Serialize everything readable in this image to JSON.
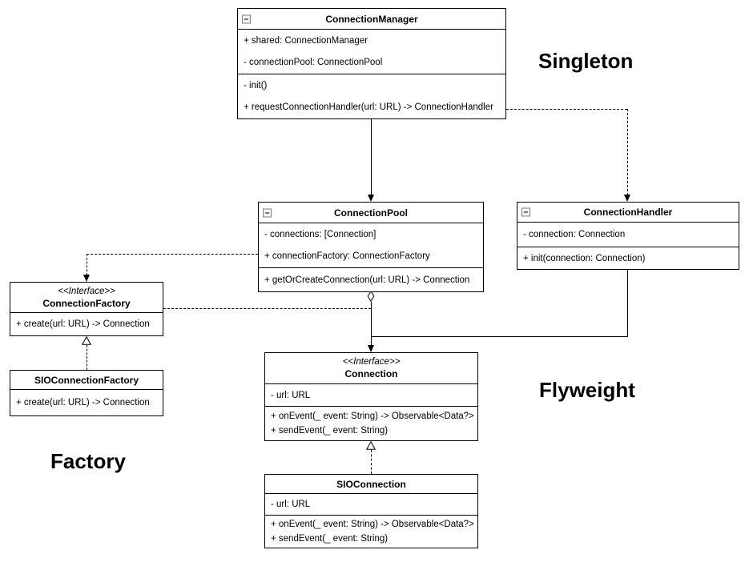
{
  "icons": {
    "collapse": "minus-in-square"
  },
  "labels": {
    "singleton": "Singleton",
    "flyweight": "Flyweight",
    "factory": "Factory"
  },
  "classes": {
    "connection_manager": {
      "title": "ConnectionManager",
      "attributes": [
        "+ shared: ConnectionManager",
        "- connectionPool: ConnectionPool"
      ],
      "methods": [
        "- init()",
        "+ requestConnectionHandler(url: URL) -> ConnectionHandler"
      ]
    },
    "connection_pool": {
      "title": "ConnectionPool",
      "attributes": [
        "- connections: [Connection]",
        "+ connectionFactory: ConnectionFactory"
      ],
      "methods": [
        "+ getOrCreateConnection(url: URL) -> Connection"
      ]
    },
    "connection_handler": {
      "title": "ConnectionHandler",
      "attributes": [
        "- connection: Connection"
      ],
      "methods": [
        "+ init(connection: Connection)"
      ]
    },
    "connection_factory": {
      "stereotype": "<<Interface>>",
      "title": "ConnectionFactory",
      "methods": [
        "+ create(url: URL) -> Connection"
      ]
    },
    "sio_connection_factory": {
      "title": "SIOConnectionFactory",
      "methods": [
        "+ create(url: URL) -> Connection"
      ]
    },
    "connection": {
      "stereotype": "<<Interface>>",
      "title": "Connection",
      "attributes": [
        "- url: URL"
      ],
      "methods": [
        "+ onEvent(_ event: String) -> Observable<Data?>",
        "+ sendEvent(_ event: String)"
      ]
    },
    "sio_connection": {
      "title": "SIOConnection",
      "attributes": [
        "- url: URL"
      ],
      "methods": [
        "+ onEvent(_ event: String) -> Observable<Data?>",
        "+ sendEvent(_ event: String)"
      ]
    }
  },
  "relationships": [
    {
      "from": "ConnectionManager",
      "to": "ConnectionPool",
      "type": "directed-association",
      "style": "solid"
    },
    {
      "from": "ConnectionManager",
      "to": "ConnectionHandler",
      "type": "dependency",
      "style": "dashed"
    },
    {
      "from": "ConnectionPool",
      "to": "ConnectionFactory",
      "type": "dependency",
      "style": "dashed"
    },
    {
      "from": "ConnectionFactory",
      "to": "Connection",
      "type": "dependency",
      "style": "dashed"
    },
    {
      "from": "ConnectionPool",
      "to": "Connection",
      "type": "aggregation",
      "style": "solid-hollow-diamond"
    },
    {
      "from": "ConnectionHandler",
      "to": "Connection",
      "type": "association",
      "style": "solid"
    },
    {
      "from": "SIOConnectionFactory",
      "to": "ConnectionFactory",
      "type": "realization",
      "style": "dashed-hollow-triangle"
    },
    {
      "from": "SIOConnection",
      "to": "Connection",
      "type": "realization",
      "style": "dashed-hollow-triangle"
    }
  ],
  "colors": {
    "line": "#000000",
    "background": "#ffffff",
    "text": "#000000"
  }
}
